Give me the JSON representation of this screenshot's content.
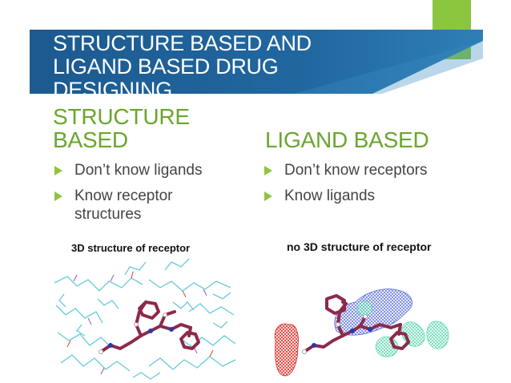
{
  "slide": {
    "title": "STRUCTURE BASED AND LIGAND BASED DRUG DESIGNING",
    "colors": {
      "banner": "#1e5e96",
      "accent": "#8cc63f",
      "heading": "#6aa62e",
      "bullet_text": "#444444"
    }
  },
  "left_column": {
    "heading": "STRUCTURE BASED",
    "bullets": [
      "Don’t know ligands",
      "Know receptor structures"
    ],
    "figure_caption": "3D structure of receptor"
  },
  "right_column": {
    "heading": "LIGAND BASED",
    "bullets": [
      "Don’t know receptors",
      "Know ligands"
    ],
    "figure_caption": "no 3D structure of receptor"
  },
  "icons": {
    "bullet": "arrow-bullet-icon"
  }
}
